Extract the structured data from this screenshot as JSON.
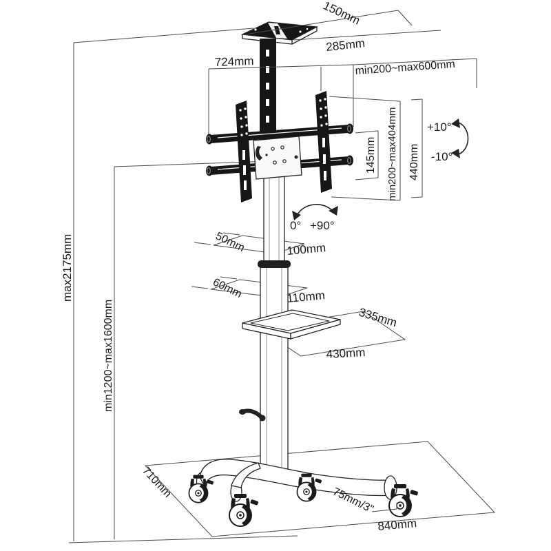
{
  "diagram": {
    "title": "tv-mobile-cart-dimension-diagram",
    "dims": {
      "top_tray_depth": "150mm",
      "top_tray_width": "285mm",
      "rail_width": "724mm",
      "vesa_width_range": "min200~max600mm",
      "plate_spacing": "145mm",
      "vesa_height_range": "min200~max404mm",
      "bracket_height": "440mm",
      "tilt_up": "+10°",
      "tilt_down": "-10°",
      "swivel_min": "0°",
      "swivel_max": "+90°",
      "upper_pole_depth": "50mm",
      "upper_pole_width": "100mm",
      "lower_pole_depth": "60mm",
      "lower_pole_width": "110mm",
      "shelf_depth": "335mm",
      "shelf_width": "430mm",
      "max_height": "max2175mm",
      "tv_center_height": "min1200~max1600mm",
      "base_depth": "710mm",
      "caster_size": "75mm/3\"",
      "base_width": "840mm"
    },
    "colors": {
      "line": "#222222",
      "dim_line": "#4a4a4a",
      "fill_dark": "#161616",
      "background": "#ffffff"
    }
  }
}
